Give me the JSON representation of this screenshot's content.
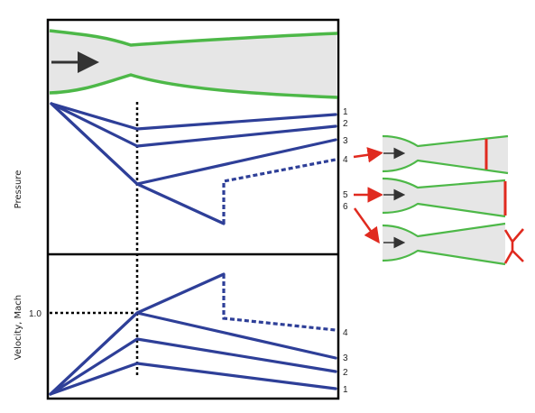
{
  "diagram": {
    "y_axis_labels": {
      "top": "Pressure",
      "bottom": "Velocity, Mach"
    },
    "mach_one_label": "1.0",
    "pressure_curve_labels": [
      "1",
      "2",
      "3",
      "4"
    ],
    "callout_labels": [
      "5",
      "6"
    ],
    "velocity_curve_labels": [
      "4",
      "3",
      "2",
      "1"
    ],
    "colors": {
      "curves": "#2e3f98",
      "nozzle_wall": "#4db848",
      "shock_and_callouts": "#e02a1f",
      "flow_arrow": "#333333"
    },
    "icons": {
      "flow_direction": "right-arrow-icon",
      "callout": "red-arrow-icon"
    }
  }
}
